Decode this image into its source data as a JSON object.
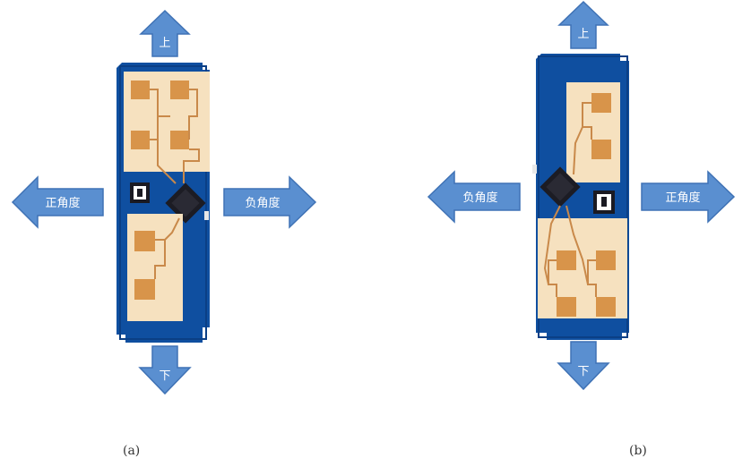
{
  "colors": {
    "arrow_fill": "#5a8fd0",
    "arrow_stroke": "#3f72b5",
    "board": "#0f4fa0",
    "board_dark": "#0b3f85",
    "antenna_panel": "#f6e1bf",
    "patch": "#d8944a",
    "trace": "#c9894a",
    "chip": "#1c1c24"
  },
  "panel_a": {
    "caption": "(a)",
    "arrows": {
      "up": "上",
      "down": "下",
      "left": "正角度",
      "right": "负角度"
    }
  },
  "panel_b": {
    "caption": "(b)",
    "arrows": {
      "up": "上",
      "down": "下",
      "left": "负角度",
      "right": "正角度"
    }
  }
}
